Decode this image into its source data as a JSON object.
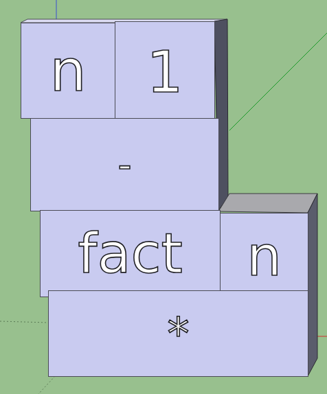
{
  "diagram": {
    "nodes": [
      {
        "text": [
          "n"
        ]
      },
      {
        "text": [
          "1"
        ]
      },
      {
        "text": [
          "-"
        ]
      },
      {
        "text": [
          "fact"
        ]
      },
      {
        "text": [
          "n"
        ]
      },
      {
        "text": [
          "*"
        ]
      }
    ]
  }
}
